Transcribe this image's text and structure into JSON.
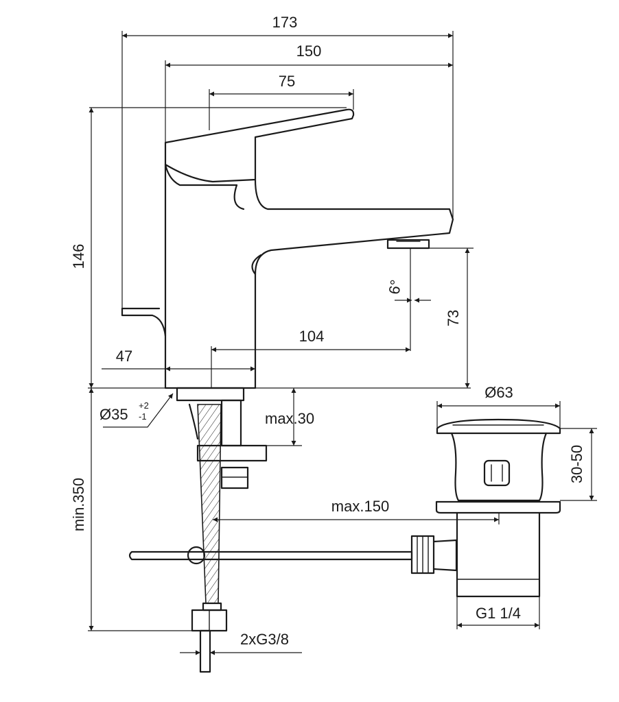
{
  "dimensions": {
    "overall_width": "173",
    "spout_width": "150",
    "handle_width": "75",
    "total_height": "146",
    "body_offset": "47",
    "spout_reach": "104",
    "outlet_angle": "6°",
    "outlet_height": "73",
    "hole_diameter": "Ø35",
    "hole_tolerance_upper": "+2",
    "hole_tolerance_lower": "-1",
    "max_deck_thickness": "max.30",
    "min_hose_length": "min.350",
    "max_rod_length": "max.150",
    "waste_diameter": "Ø63",
    "waste_range": "30-50",
    "waste_thread": "G1 1/4",
    "connection_thread": "2xG3/8"
  }
}
